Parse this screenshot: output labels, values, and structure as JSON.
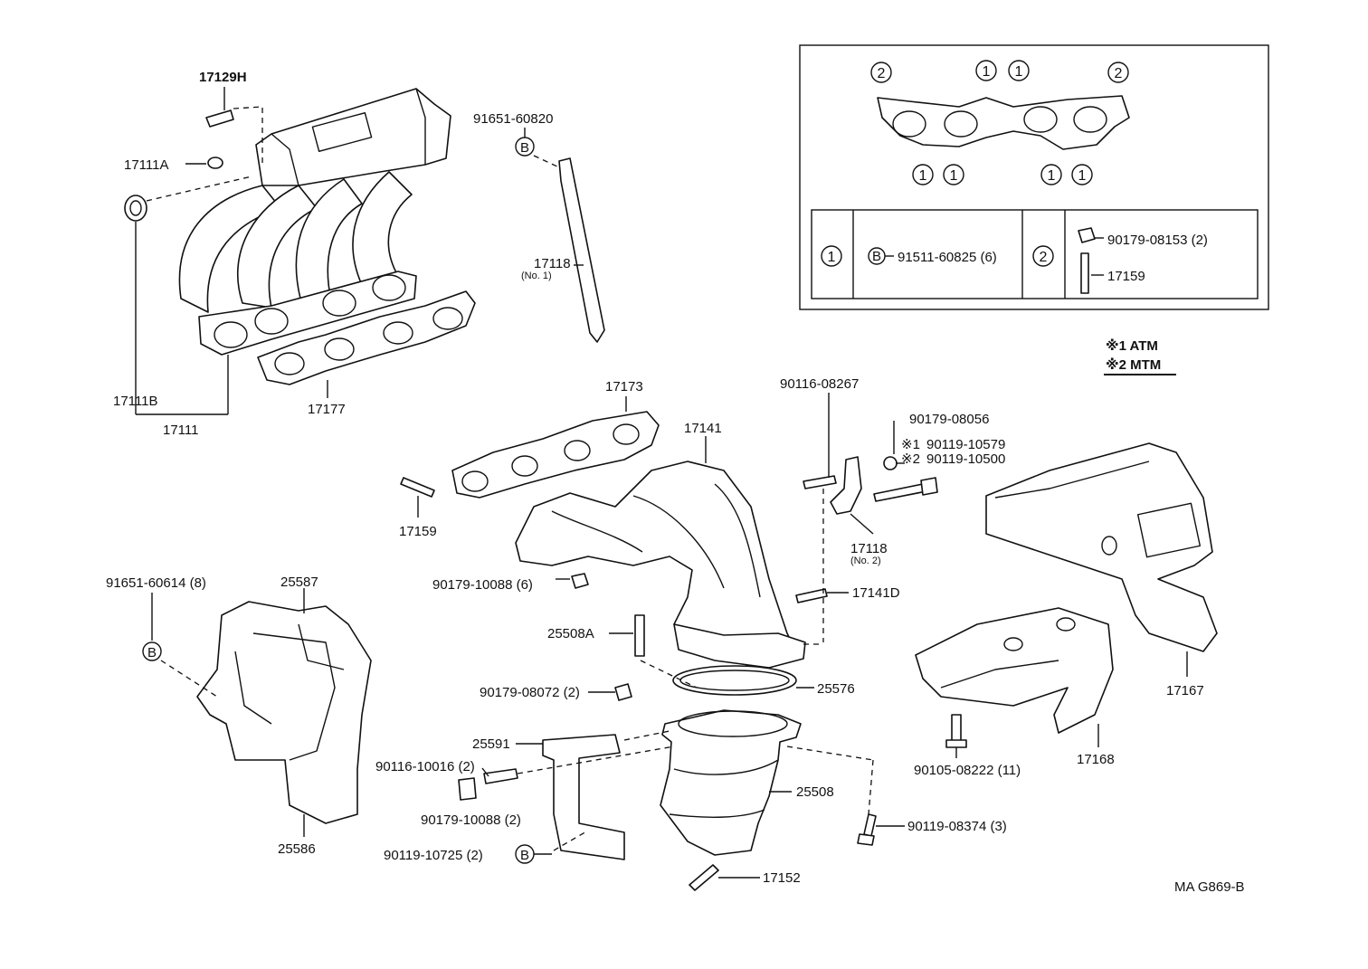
{
  "labels": {
    "p17129H": "17129H",
    "p17111A": "17111A",
    "p17111B": "17111B",
    "p17111": "17111",
    "p17177": "17177",
    "p91651_60820": "91651-60820",
    "p17118_no1": "17118",
    "p17118_no1_sub": "(No. 1)",
    "p17173": "17173",
    "p17141": "17141",
    "p17159": "17159",
    "p90179_10088_6": "90179-10088 (6)",
    "p90116_08267": "90116-08267",
    "p90179_08056": "90179-08056",
    "p90119_10579": "90119-10579",
    "p90119_10500": "90119-10500",
    "p17118_no2": "17118",
    "p17118_no2_sub": "(No. 2)",
    "p17141D": "17141D",
    "p25508A": "25508A",
    "p25576": "25576",
    "p90179_08072_2": "90179-08072 (2)",
    "p91651_60614_8": "91651-60614 (8)",
    "p25587": "25587",
    "p25586": "25586",
    "p25591": "25591",
    "p90116_10016_2": "90116-10016 (2)",
    "p90179_10088_2": "90179-10088 (2)",
    "p90119_10725_2": "90119-10725 (2)",
    "p25508": "25508",
    "p90119_08374_3": "90119-08374 (3)",
    "p17152": "17152",
    "p17167": "17167",
    "p17168": "17168",
    "p90105_08222_11": "90105-08222 (11)",
    "diagram_code": "MA G869-B"
  },
  "markers": {
    "circle_b": "B",
    "circle_one": "1",
    "circle_two": "2",
    "asterisk_one": "※1",
    "asterisk_two": "※2"
  },
  "legend": {
    "atm": "※1 ATM",
    "mtm": "※2 MTM"
  },
  "inset_table": {
    "row_one_marker": "1",
    "row_one_part": "91511-60825 (6)",
    "row_two_marker": "2",
    "row_two_part_a": "90179-08153 (2)",
    "row_two_part_b": "17159"
  }
}
